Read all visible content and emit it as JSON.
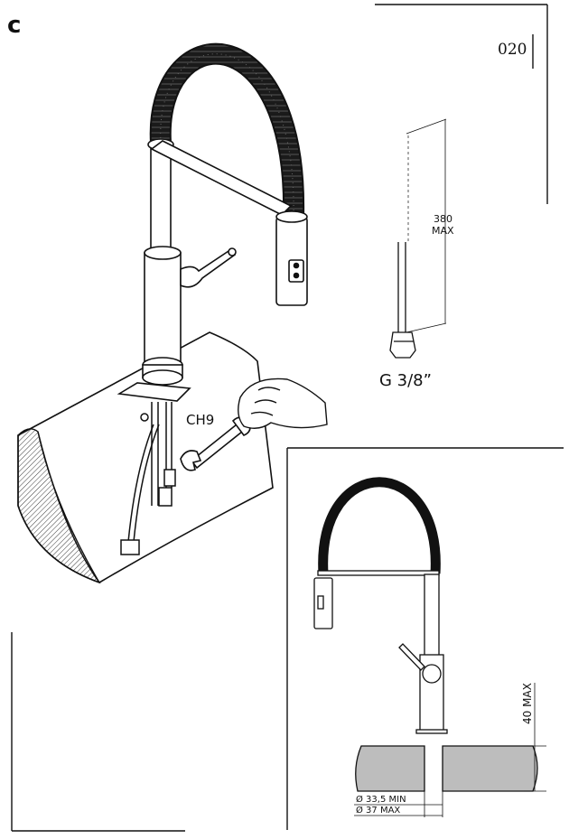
{
  "diagram": {
    "step_letter": "c",
    "page_number": "020",
    "hose_length_label": "380",
    "hose_length_unit": "MAX",
    "connection_thread": "G 3/8”",
    "wrench_size": "CH9",
    "deck_thickness_label": "40 MAX",
    "hole_min_label": "Ø 33,5 MIN",
    "hole_max_label": "Ø 37 MAX"
  }
}
